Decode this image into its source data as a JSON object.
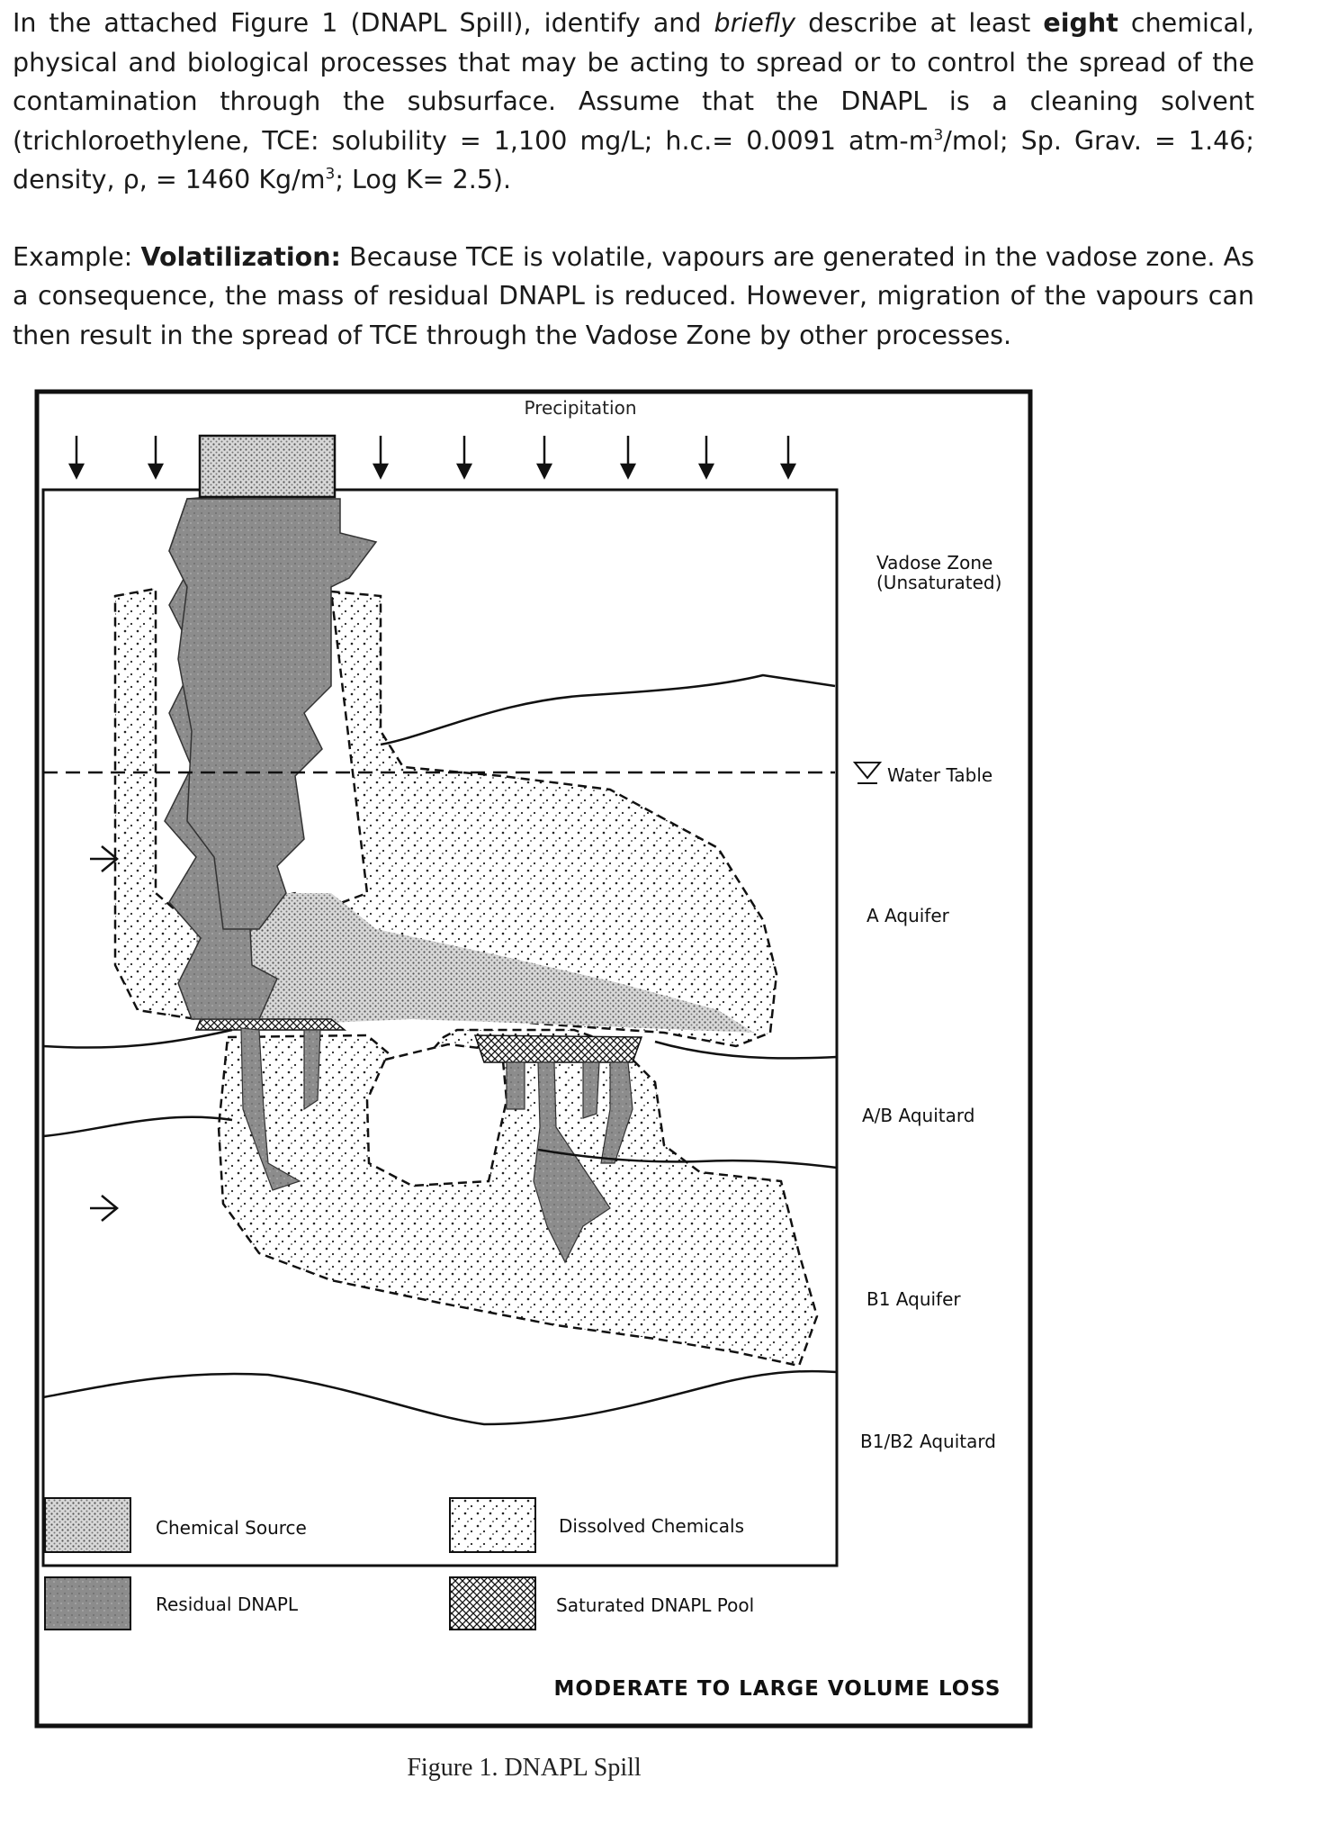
{
  "question": {
    "p1_a": "In the attached Figure 1 (DNAPL Spill), identify and ",
    "p1_b": "briefly",
    "p1_c": " describe at least ",
    "p1_d": "eight",
    "p1_e": " chemical, physical and biological processes that may be acting to spread or to control the spread of the contamination through the subsurface. Assume that the DNAPL is a cleaning solvent (trichloroethylene, TCE: solubility = 1,100 mg/L; h.c.= 0.0091 atm-m",
    "p1_sup1": "3",
    "p1_f": "/mol; Sp. Grav. = 1.46; density, ρ, = 1460 Kg/m",
    "p1_sup2": "3",
    "p1_g": "; Log K= 2.5).",
    "example_prefix": "Example: ",
    "example_term": "Volatilization:",
    "example_text": " Because TCE is volatile, vapours are generated in the vadose zone. As a consequence, the mass of residual DNAPL is reduced. However, migration of the vapours can then result in the spread of TCE through the Vadose Zone by other processes."
  },
  "figure": {
    "top_label": "Precipitation",
    "zones": {
      "vadose_line1": "Vadose Zone",
      "vadose_line2": "(Unsaturated)",
      "water_table": "Water Table",
      "a_aquifer": "A Aquifer",
      "ab_aquitard": "A/B Aquitard",
      "b1_aquifer": "B1 Aquifer",
      "b1b2_aquitard": "B1/B2 Aquitard"
    },
    "legend": {
      "chemical_source": "Chemical Source",
      "residual_dnapl": "Residual DNAPL",
      "dissolved_chemicals": "Dissolved Chemicals",
      "saturated_pool": "Saturated DNAPL Pool"
    },
    "bottom_title": "MODERATE TO LARGE VOLUME LOSS",
    "colors": {
      "residual": "#8c8c8c",
      "outline": "#111111"
    }
  },
  "caption": "Figure 1.  DNAPL Spill"
}
